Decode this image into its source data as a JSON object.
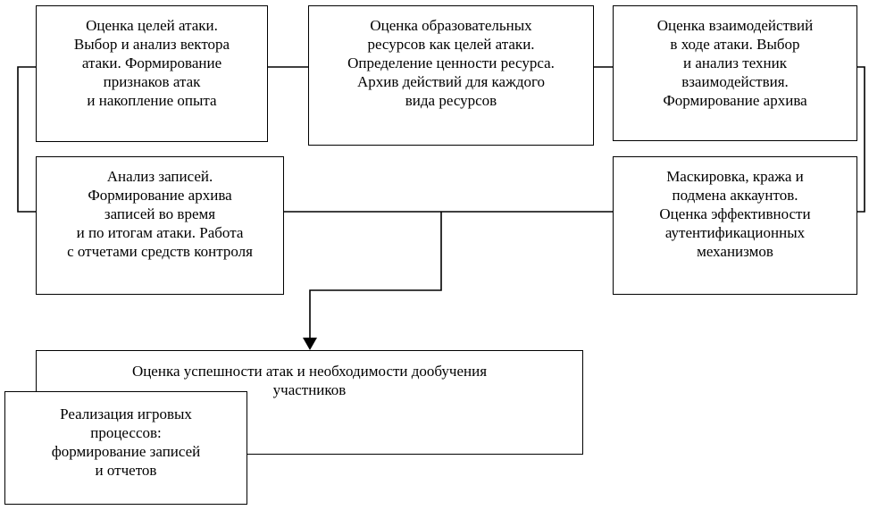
{
  "diagram": {
    "boxes": {
      "attack_goals": "Оценка целей атаки.\nВыбор и анализ вектора\nатаки. Формирование\nпризнаков атак\nи накопление опыта",
      "edu_resources": "Оценка образовательных\nресурсов как целей атаки.\nОпределение ценности ресурса.\nАрхив действий для каждого\nвида ресурсов",
      "interactions": "Оценка взаимодействий\nв ходе атаки. Выбор\nи анализ техник\nвзаимодействия.\nФормирование архива",
      "records": "Анализ записей.\nФормирование архива\nзаписей во время\nи по итогам атаки. Работа\nс отчетами средств контроля",
      "masking": "Маскировка, кража и\nподмена аккаунтов.\nОценка эффективности\nаутентификационных\nмеханизмов",
      "success": "Оценка успешности атак и необходимости дообучения\nучастников",
      "game_processes": "Реализация игровых\nпроцессов:\nформирование записей\nи отчетов"
    }
  }
}
